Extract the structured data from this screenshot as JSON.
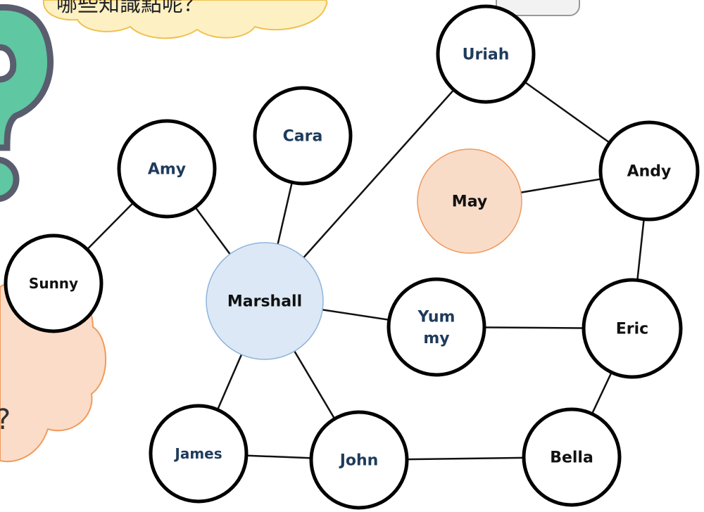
{
  "cloud_top": {
    "text": "哪些知識點呢？"
  },
  "cloud_left": {
    "text": "?"
  },
  "colors": {
    "edge": "#111111",
    "node_stroke": "#000000",
    "label_dark": "#1f3b5c",
    "label_black": "#111111",
    "marshall_fill": "#dce8f5",
    "marshall_stroke": "#8fb4dc",
    "may_fill": "#f9dcc8",
    "may_stroke": "#ee9a5e",
    "cloud_yellow": "#fdf1c4",
    "cloud_yellow_stroke": "#f0c050",
    "cloud_orange": "#fbdcc8",
    "cloud_orange_stroke": "#f09a5c",
    "question_green": "#5fc7a1",
    "question_outline": "#595d6e"
  },
  "nodes": [
    {
      "id": "uriah",
      "label": "Uriah",
      "style": "dark"
    },
    {
      "id": "cara",
      "label": "Cara",
      "style": "dark"
    },
    {
      "id": "amy",
      "label": "Amy",
      "style": "dark"
    },
    {
      "id": "andy",
      "label": "Andy",
      "style": "black"
    },
    {
      "id": "may",
      "label": "May",
      "style": "may"
    },
    {
      "id": "sunny",
      "label": "Sunny",
      "style": "black"
    },
    {
      "id": "marshall",
      "label": "Marshall",
      "style": "marshall"
    },
    {
      "id": "yummy",
      "label": "Yum\nmy",
      "style": "dark"
    },
    {
      "id": "eric",
      "label": "Eric",
      "style": "black"
    },
    {
      "id": "james",
      "label": "James",
      "style": "dark"
    },
    {
      "id": "john",
      "label": "John",
      "style": "dark"
    },
    {
      "id": "bella",
      "label": "Bella",
      "style": "black"
    }
  ],
  "edges": [
    [
      "sunny",
      "amy"
    ],
    [
      "amy",
      "marshall"
    ],
    [
      "cara",
      "marshall"
    ],
    [
      "uriah",
      "marshall"
    ],
    [
      "uriah",
      "andy"
    ],
    [
      "may",
      "andy"
    ],
    [
      "andy",
      "eric"
    ],
    [
      "marshall",
      "yummy"
    ],
    [
      "yummy",
      "eric"
    ],
    [
      "eric",
      "bella"
    ],
    [
      "marshall",
      "james"
    ],
    [
      "marshall",
      "john"
    ],
    [
      "james",
      "john"
    ],
    [
      "john",
      "bella"
    ]
  ]
}
